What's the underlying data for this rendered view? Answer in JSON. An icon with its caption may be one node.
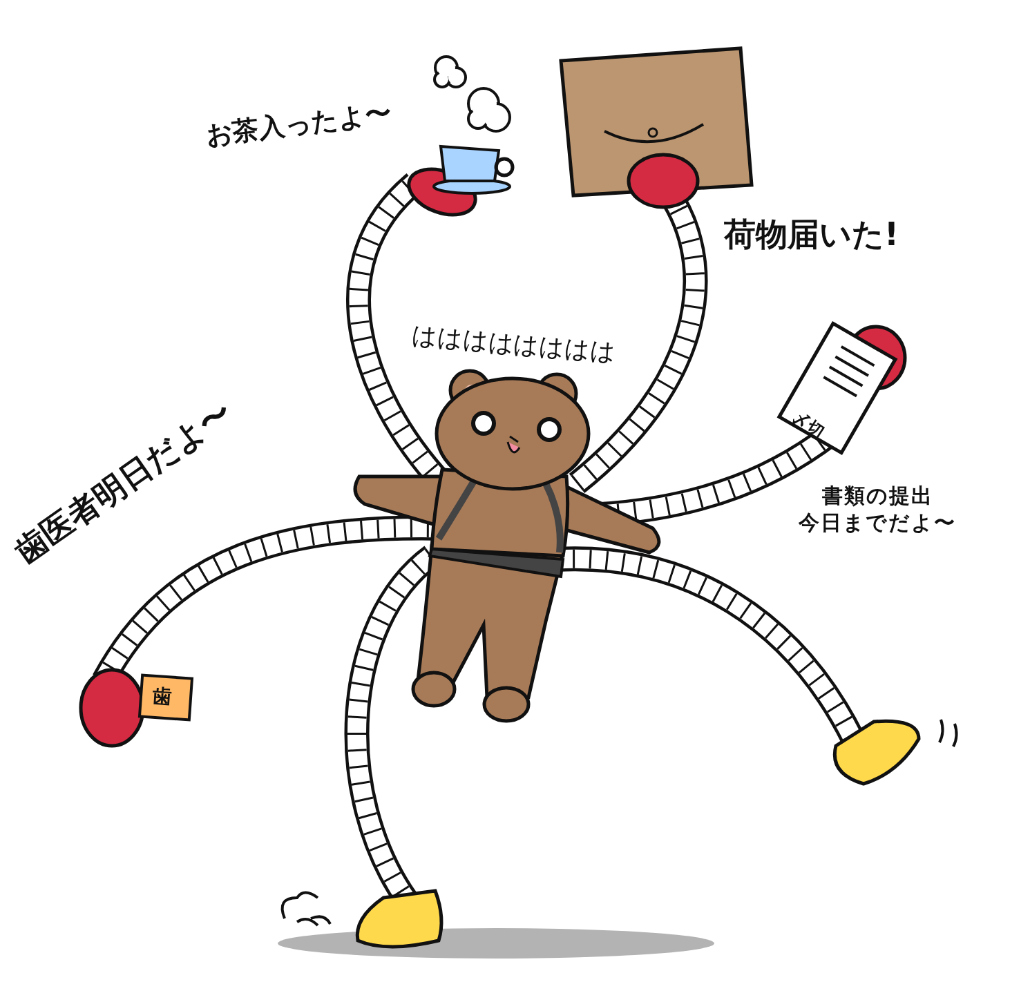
{
  "diagram": {
    "labels": [
      "お茶入ったよ〜",
      "荷物届いた!",
      "はははははははは",
      "〆切",
      "書類の提出今日までだよ〜",
      "歯医者明日だよ〜",
      "歯"
    ]
  }
}
